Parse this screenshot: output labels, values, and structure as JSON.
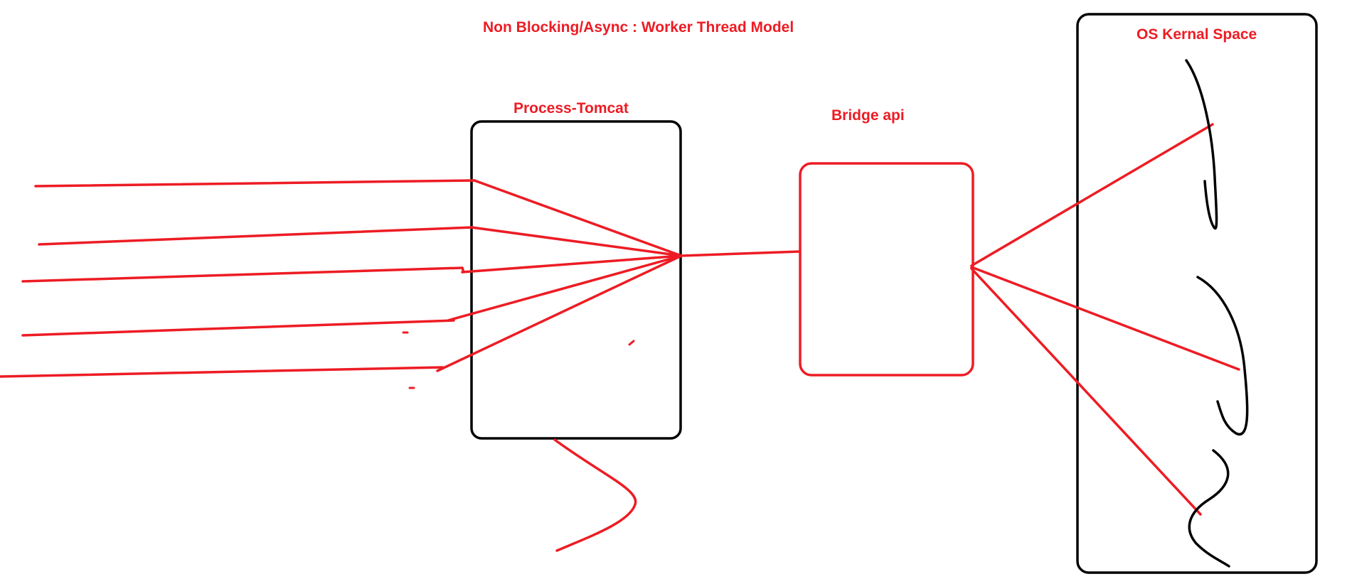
{
  "diagram": {
    "title": "Non Blocking/Async : Worker Thread Model",
    "nodes": {
      "tomcat": {
        "label": "Process-Tomcat"
      },
      "bridge": {
        "label": "Bridge api"
      },
      "kernel": {
        "label": "OS Kernal Space"
      }
    },
    "colors": {
      "ink": "#000000",
      "accent": "#ed1c24"
    }
  }
}
